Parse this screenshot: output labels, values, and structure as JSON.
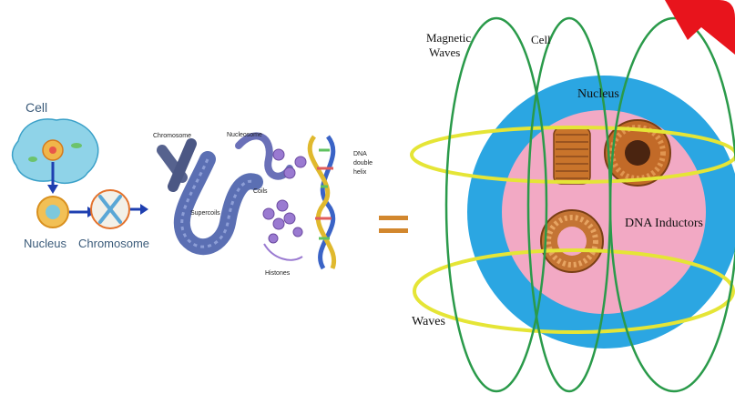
{
  "left_panel": {
    "cell_label": "Cell",
    "nucleus_label": "Nucleus",
    "chromosome_label": "Chromosome"
  },
  "middle_panel": {
    "chromosome_label": "Chromosome",
    "nucleosome_label": "Nucleosome",
    "supercoils_label": "Supercoils",
    "coils_label": "Coils",
    "histones_label": "Histones",
    "dna_label_1": "DNA",
    "dna_label_2": "double",
    "dna_label_3": "helix"
  },
  "right_panel": {
    "magnetic_label_1": "Magnetic",
    "magnetic_label_2": "Waves",
    "cell_label": "Cell",
    "nucleus_label": "Nucleus",
    "inductors_label": "DNA Inductors",
    "waves_label": "Waves"
  },
  "colors": {
    "outer_ring": "#2ba6e2",
    "inner_disc": "#f2a9c4",
    "green_lines": "#2a9a4a",
    "yellow_lines": "#e5e536",
    "equals": "#d2872e",
    "corner_mark": "#e8141c"
  }
}
